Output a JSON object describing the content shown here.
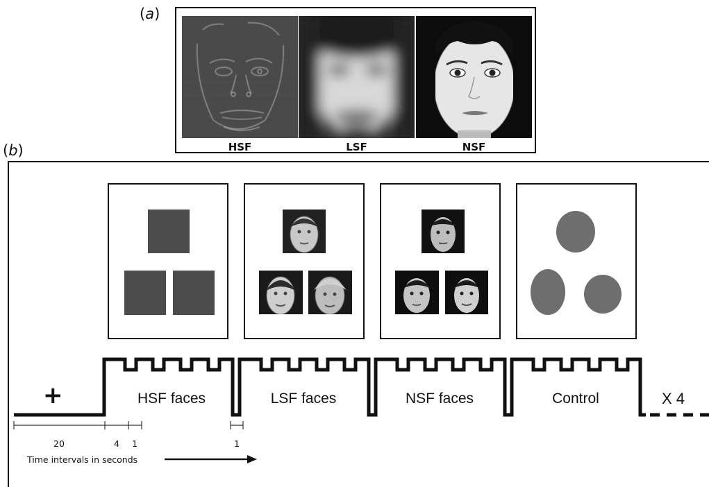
{
  "panel_a": {
    "label_prefix": "(",
    "label_letter": "a",
    "label_suffix": ")",
    "captions": [
      "HSF",
      "LSF",
      "NSF"
    ]
  },
  "panel_b": {
    "label_prefix": "(",
    "label_letter": "b",
    "label_suffix": ")",
    "fixation_symbol": "+",
    "blocks": [
      "HSF faces",
      "LSF faces",
      "NSF faces",
      "Control"
    ],
    "repeat": "X 4",
    "timeline": {
      "intervals": [
        "20",
        "4",
        "1",
        "1"
      ],
      "caption": "Time intervals in seconds"
    }
  },
  "colors": {
    "stimulus_gray": "#6e6e6e",
    "hsf_gray": "#4c4c4c",
    "line": "#111111"
  }
}
